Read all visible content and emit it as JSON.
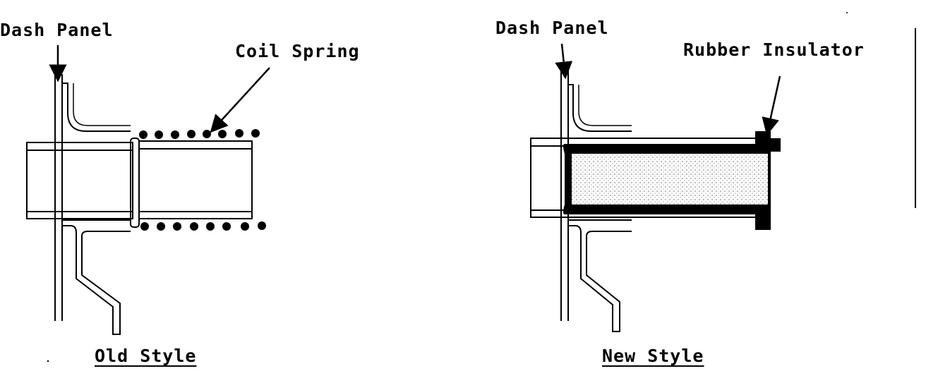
{
  "left_figure": {
    "label_dash_panel": "Dash Panel",
    "label_coil_spring": "Coil Spring",
    "caption": "Old Style"
  },
  "right_figure": {
    "label_dash_panel": "Dash Panel",
    "label_rubber_insulator": "Rubber Insulator",
    "caption": "New Style"
  }
}
